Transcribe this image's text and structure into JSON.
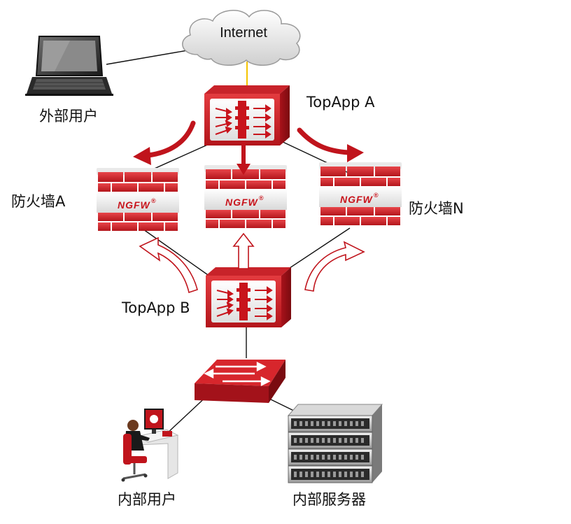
{
  "nodes": {
    "internet": "Internet",
    "external_user": "外部用户",
    "topapp_a": "TopApp A",
    "topapp_b": "TopApp B",
    "firewall_a": "防火墙A",
    "firewall_n": "防火墙N",
    "firewall_badge": "NGFW",
    "firewall_reg": "®",
    "internal_user": "内部用户",
    "internal_server": "内部服务器"
  },
  "colors": {
    "device_red": "#d42027",
    "device_dark": "#8e0f14",
    "arrow_red": "#c0141c",
    "link_line": "#111111",
    "internet_link": "#f5c400"
  }
}
